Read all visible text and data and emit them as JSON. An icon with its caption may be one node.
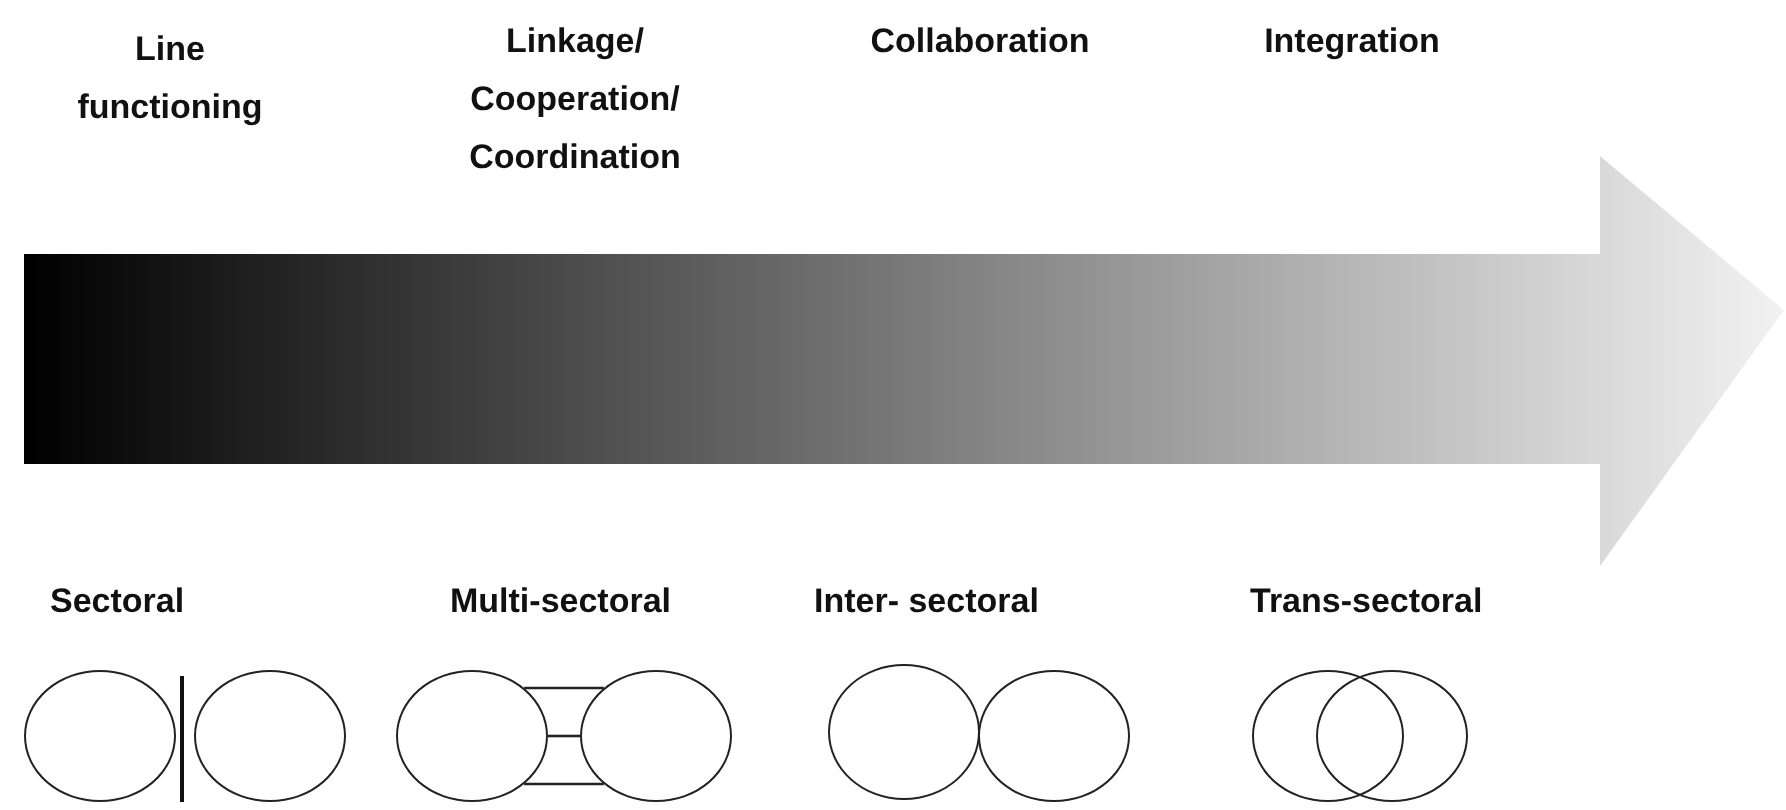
{
  "diagram": {
    "nodes": [
      {
        "text": [],
        "shape": "circle"
      },
      {
        "text": [],
        "shape": "circle"
      },
      {
        "text": [],
        "shape": "circle"
      },
      {
        "text": [],
        "shape": "circle"
      },
      {
        "text": [],
        "shape": "circle"
      },
      {
        "text": [],
        "shape": "circle"
      },
      {
        "text": [],
        "shape": "circle"
      },
      {
        "text": [],
        "shape": "circle"
      }
    ],
    "edges": [
      {
        "from": 2,
        "to": 3,
        "arrow": "none"
      },
      {
        "from": 2,
        "to": 3,
        "arrow": "none"
      },
      {
        "from": 2,
        "to": 3,
        "arrow": "none"
      }
    ],
    "labels": [
      "Line functioning",
      "Linkage/ Cooperation/ Coordination",
      "Collaboration",
      "Integration",
      "Sectoral",
      "Multi-sectoral",
      "Inter- sectoral",
      "Trans-sectoral"
    ]
  }
}
